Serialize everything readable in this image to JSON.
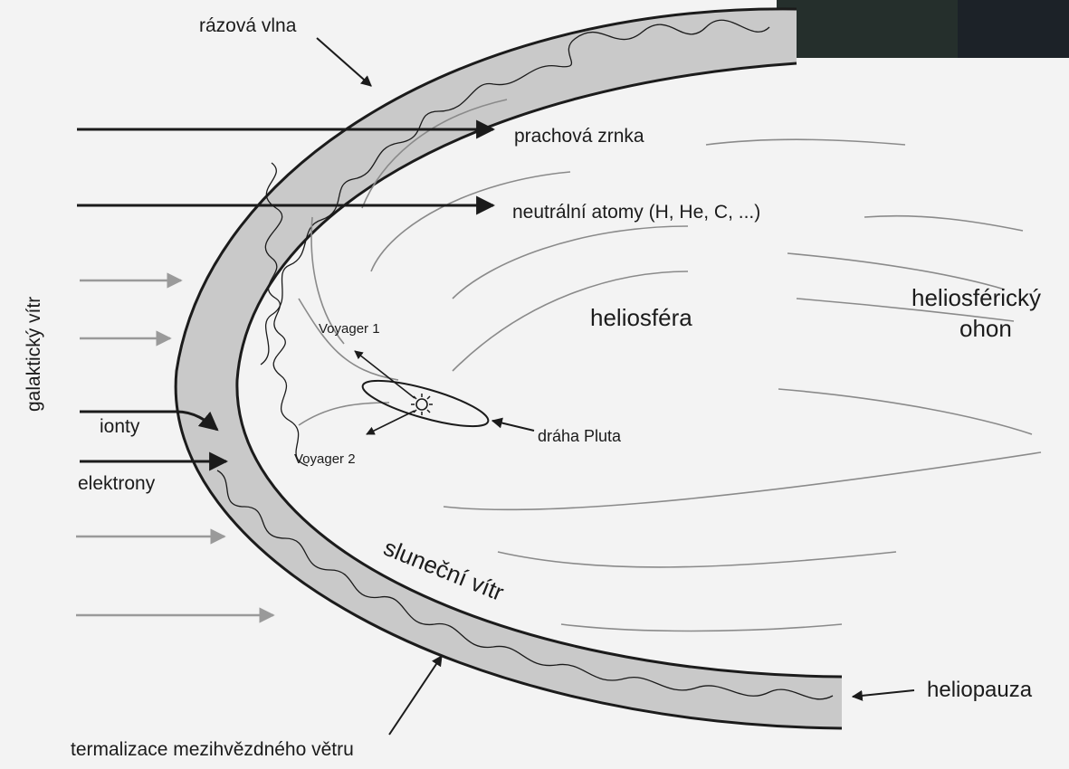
{
  "diagram": {
    "labels": {
      "shock_wave": "rázová vlna",
      "dust_grains": "prachová zrnka",
      "neutral_atoms": "neutrální atomy (H, He, C, ...)",
      "galactic_wind": "galaktický vítr",
      "ions": "ionty",
      "electrons": "elektrony",
      "heliosphere": "heliosféra",
      "heliotail_line1": "heliosférický",
      "heliotail_line2": "ohon",
      "voyager1": "Voyager 1",
      "voyager2": "Voyager 2",
      "pluto_orbit": "dráha Pluta",
      "solar_wind": "sluneční vítr",
      "heliopause": "heliopauza",
      "thermalization": "termalizace mezihvězdného větru"
    },
    "icons": {
      "sun": "sun-icon"
    },
    "colors": {
      "background": "#f3f3f3",
      "ink": "#1b1b1b",
      "band_fill": "#c9c9c9",
      "gray_arrow": "#9a9a9a",
      "streamline": "#8a8a8a"
    }
  }
}
